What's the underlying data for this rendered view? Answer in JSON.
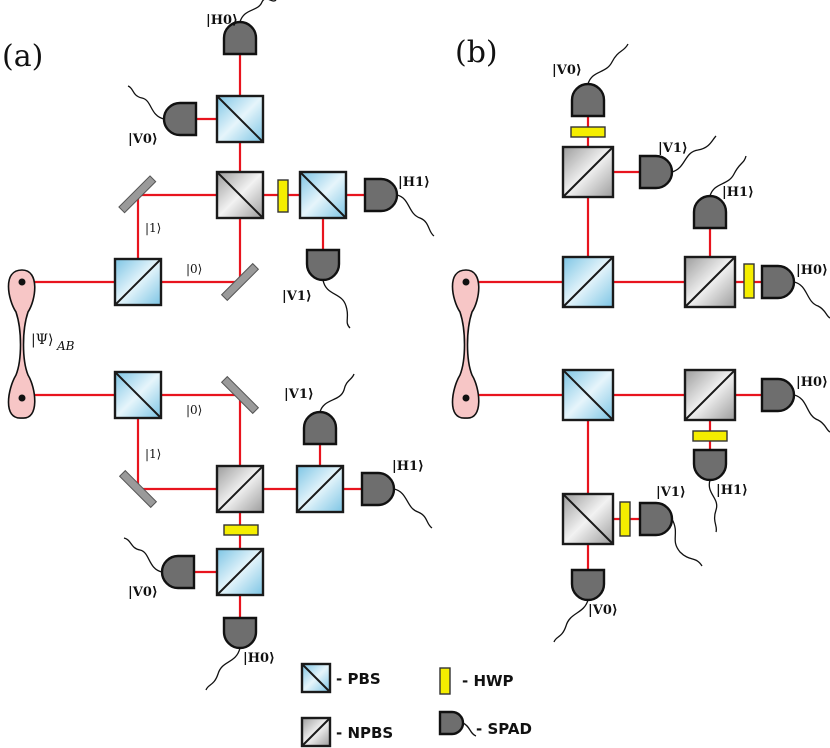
{
  "panels": {
    "a": "(a)",
    "b": "(b)"
  },
  "source_label": "|Ψ⟩",
  "source_subscript": "AB",
  "labels": {
    "a_top_h0": "|H0⟩",
    "a_top_v0": "|V0⟩",
    "a_top_h1": "|H1⟩",
    "a_top_v1": "|V1⟩",
    "a_top_path1": "|1⟩",
    "a_top_path0": "|0⟩",
    "a_bot_path0": "|0⟩",
    "a_bot_path1": "|1⟩",
    "a_bot_v1": "|V1⟩",
    "a_bot_h1": "|H1⟩",
    "a_bot_v0": "|V0⟩",
    "a_bot_h0": "|H0⟩",
    "b_top_v0": "|V0⟩",
    "b_top_v1": "|V1⟩",
    "b_top_h1": "|H1⟩",
    "b_top_h0": "|H0⟩",
    "b_bot_h0": "|H0⟩",
    "b_bot_h1": "|H1⟩",
    "b_bot_v1": "|V1⟩",
    "b_bot_v0": "|V0⟩"
  },
  "legend": {
    "pbs": "- PBS",
    "npbs": "- NPBS",
    "hwp": "- HWP",
    "spad": "- SPAD"
  },
  "colors": {
    "beam": "#e8141e",
    "pbs": "#8fd0ea",
    "npbs": "#a8a8a8",
    "hwp": "#f5ee00",
    "spad": "#6e6e6e",
    "source": "#f7c6c6"
  }
}
